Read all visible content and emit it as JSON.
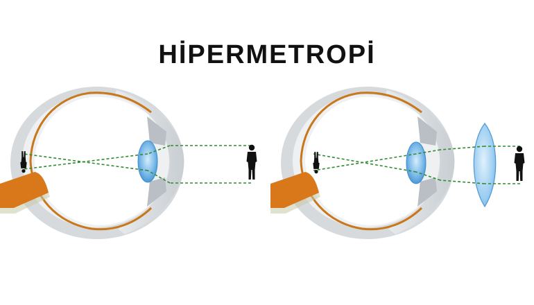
{
  "title": "HİPERMETROPİ",
  "panels": [
    {
      "name": "uncorrected-eye",
      "has_corrective_lens": false
    },
    {
      "name": "corrected-eye",
      "has_corrective_lens": true
    }
  ],
  "colors": {
    "background": "#ffffff",
    "title": "#111111",
    "sclera": "#d7dadd",
    "sclera_inner": "#eef0f2",
    "retina": "#c8771a",
    "optic_nerve": "#d9781a",
    "lens": "#5aa9e0",
    "corrective_lens": "#8cc4ee",
    "light_rays": "#2e8b2e",
    "figure": "#111111"
  }
}
